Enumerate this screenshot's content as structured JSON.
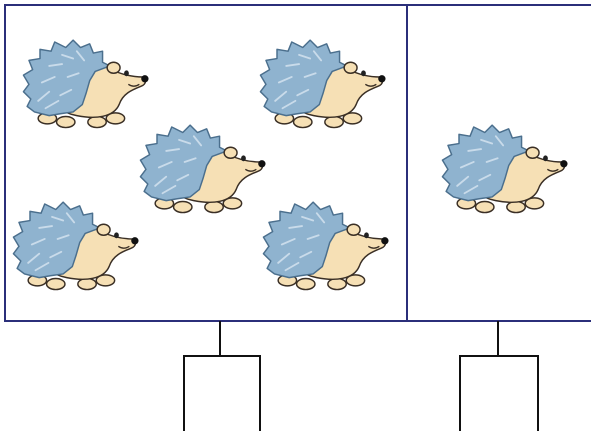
{
  "groups": [
    {
      "id": "left-group",
      "hedgehog_count": 5,
      "answer_box_value": ""
    },
    {
      "id": "right-group",
      "hedgehog_count": 1,
      "answer_box_value": ""
    }
  ],
  "colors": {
    "frame": "#2b2f7a",
    "box_line": "#111111",
    "quills": "#8fb3cf",
    "quill_stroke": "#4b6f8d",
    "quill_light": "#c9dbea",
    "body": "#f6e0b5",
    "outline": "#3a2f25"
  }
}
